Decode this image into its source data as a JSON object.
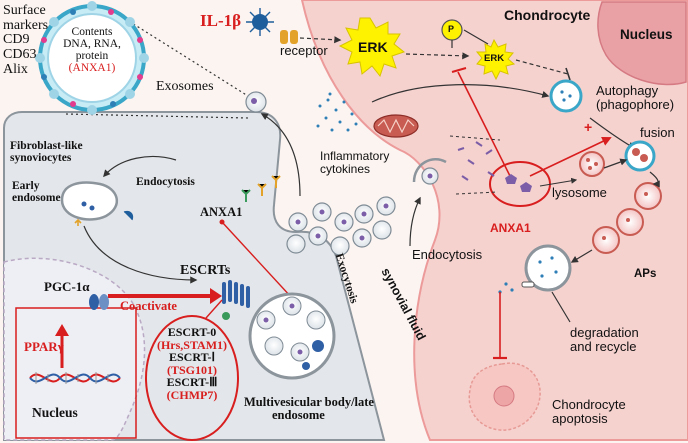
{
  "exosome": {
    "markers": [
      "Surface",
      "markers",
      "CD9",
      "CD63",
      "Alix"
    ],
    "contents": [
      "Contents",
      "DNA, RNA,",
      "protein"
    ],
    "contents_protein": "(ANXA1)",
    "label": "Exosomes"
  },
  "signaling": {
    "il1b": "IL-1β",
    "receptor": "receptor",
    "erk_main": "ERK",
    "erk_small": "ERK",
    "phospho": "P"
  },
  "chondrocyte": {
    "title": "Chondrocyte",
    "nucleus": "Nucleus",
    "autophagy": [
      "Autophagy",
      "(phagophore)"
    ],
    "fusion": "fusion",
    "lysosome": "lysosome",
    "aps": "APs",
    "plus": "+",
    "anxa1": "ANXA1",
    "degradation": [
      "degradation",
      "and recycle"
    ],
    "apoptosis": [
      "Chondrocyte",
      "apoptosis"
    ],
    "inflammatory": [
      "Inflammatory",
      "cytokines"
    ],
    "endocytosis": "Endocytosis"
  },
  "fibroblast": {
    "title": [
      "Fibroblast-like",
      "synoviocytes"
    ],
    "early_endosome": [
      "Early",
      "endosome"
    ],
    "endocytosis": "Endocytosis",
    "anxa1": "ANXA1",
    "escrts": "ESCRTs",
    "pgc": "PGC-1α",
    "coactivate": "Coactivate",
    "ppar": "PPARγ",
    "nucleus": "Nucleus",
    "escrt_list": [
      "ESCRT-0",
      "(Hrs,STAM1)",
      "ESCRT-Ⅰ",
      "(TSG101)",
      "ESCRT-Ⅲ",
      "(CHMP7)"
    ],
    "mvb": [
      "Multivesicular body/late",
      "endosome"
    ],
    "exocytosis": "Exocytosis"
  },
  "synovial_fluid": "synovial fluid",
  "colors": {
    "chondrocyte_fill": "#f6d2cf",
    "chondrocyte_edge": "#ec9a9a",
    "nucleus_fill": "#e9a1a6",
    "fibro_fill": "#e3e6ea",
    "fibro_edge": "#8c949c",
    "accent_red": "#d81e1e",
    "erk_yellow": "#fff200"
  }
}
